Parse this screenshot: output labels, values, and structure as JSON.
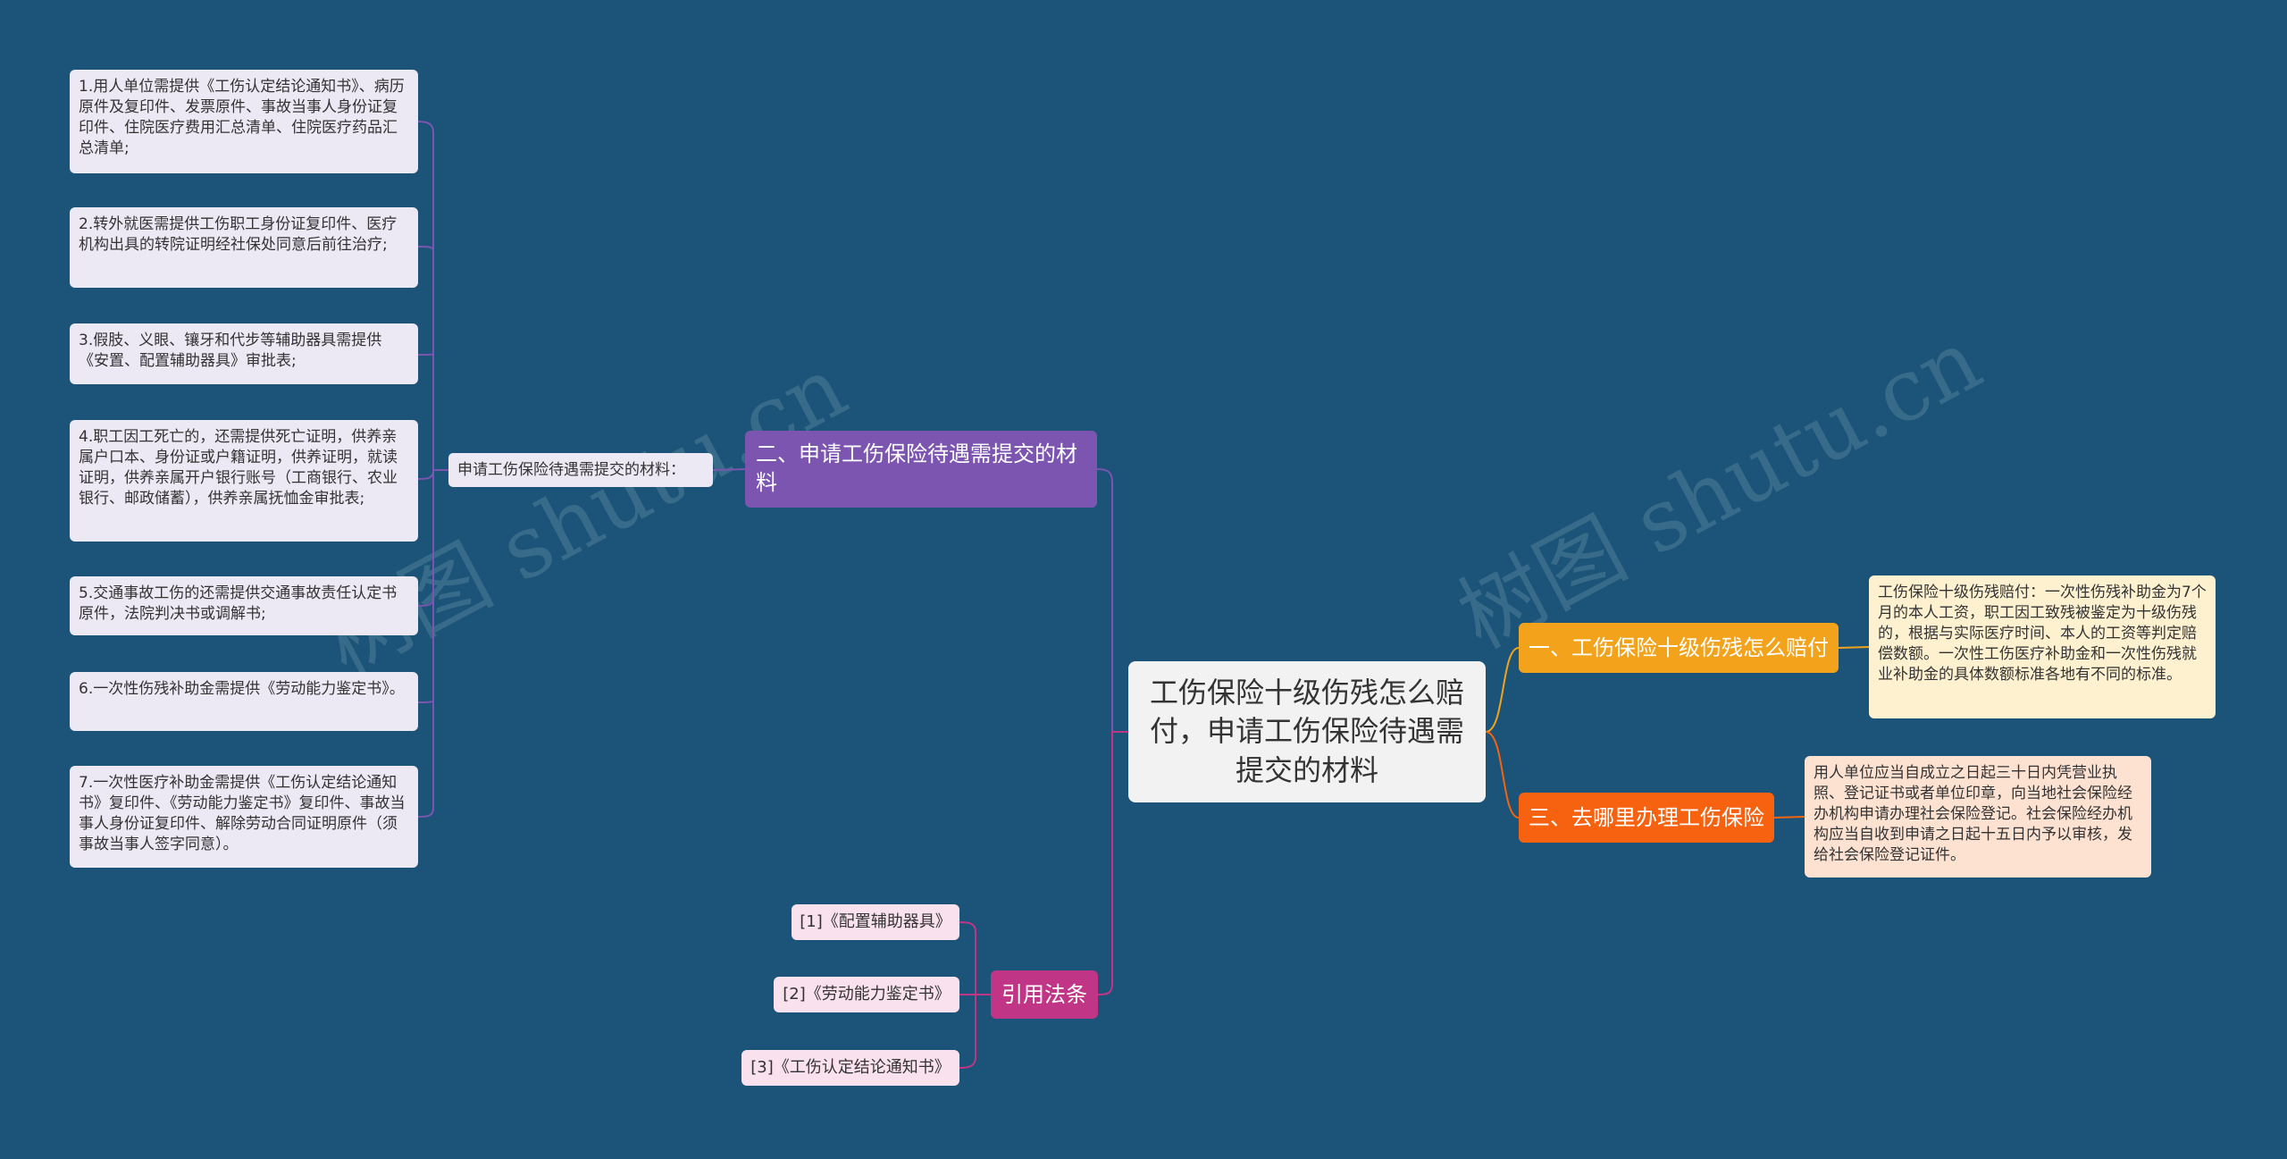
{
  "root": {
    "title": "工伤保险十级伤残怎么赔付，申请工伤保险待遇需提交的材料"
  },
  "branches": {
    "materials": {
      "label": "二、申请工伤保险待遇需提交的材料",
      "sub_label": "申请工伤保险待遇需提交的材料：",
      "items": [
        "1.用人单位需提供《工伤认定结论通知书》、病历原件及复印件、发票原件、事故当事人身份证复印件、住院医疗费用汇总清单、住院医疗药品汇总清单;",
        "2.转外就医需提供工伤职工身份证复印件、医疗机构出具的转院证明经社保处同意后前往治疗;",
        "3.假肢、义眼、镶牙和代步等辅助器具需提供《安置、配置辅助器具》审批表;",
        "4.职工因工死亡的，还需提供死亡证明，供养亲属户口本、身份证或户籍证明，供养证明，就读证明，供养亲属开户银行账号（工商银行、农业银行、邮政储蓄），供养亲属抚恤金审批表;",
        "5.交通事故工伤的还需提供交通事故责任认定书原件，法院判决书或调解书;",
        "6.一次性伤残补助金需提供《劳动能力鉴定书》。",
        "7.一次性医疗补助金需提供《工伤认定结论通知书》复印件、《劳动能力鉴定书》复印件、事故当事人身份证复印件、解除劳动合同证明原件（须事故当事人签字同意）。"
      ]
    },
    "laws": {
      "label": "引用法条",
      "items": [
        "[1]《配置辅助器具》",
        "[2]《劳动能力鉴定书》",
        "[3]《工伤认定结论通知书》"
      ]
    },
    "compensation": {
      "label": "一、工伤保险十级伤残怎么赔付",
      "desc": "工伤保险十级伤残赔付：一次性伤残补助金为7个月的本人工资，职工因工致残被鉴定为十级伤残的，根据与实际医疗时间、本人的工资等判定赔偿数额。一次性工伤医疗补助金和一次性伤残就业补助金的具体数额标准各地有不同的标准。"
    },
    "where": {
      "label": "三、去哪里办理工伤保险",
      "desc": "用人单位应当自成立之日起三十日内凭营业执照、登记证书或者单位印章，向当地社会保险经办机构申请办理社会保险登记。社会保险经办机构应当自收到申请之日起十五日内予以审核，发给社会保险登记证件。"
    }
  },
  "watermark": {
    "text": "树图 shutu.cn"
  },
  "colors": {
    "background": "#1b5478",
    "purple": "#7b55b0",
    "magenta": "#c03585",
    "yellow": "#f2a31b",
    "orange": "#f76211"
  }
}
